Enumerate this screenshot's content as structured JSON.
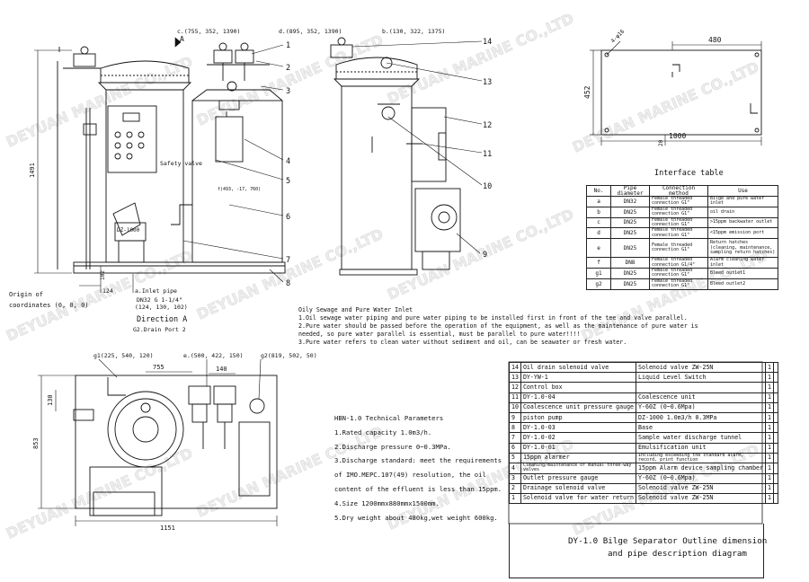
{
  "top_view": {
    "coord_c": "c.(755, 352, 1390)",
    "coord_d": "d.(895, 352, 1390)",
    "coord_b": "b.(130, 322, 1375)",
    "direction_arrow": "A",
    "dim_height": "1491",
    "dim_124": "124",
    "dim_102": "102",
    "origin_label": [
      "Origin of",
      "coordinates (0, 0, 0)"
    ],
    "inlet_label": [
      "a.Inlet pipe",
      "DN32 G 1-1/4\"",
      "(124, 130, 102)"
    ],
    "direction_a": "Direction A",
    "drain_port": "G2.Drain Port 2",
    "safety_valve": "Safety valve",
    "coord_f": "f(493, -17, 760)",
    "pump_label": "DZ-1000",
    "numbers": [
      "1",
      "2",
      "3",
      "4",
      "5",
      "6",
      "7",
      "8",
      "9",
      "10",
      "11",
      "12",
      "13",
      "14"
    ]
  },
  "bottom_view": {
    "coord_g1": "g1(225, 540, 120)",
    "coord_e": "e.(500, 422, 150)",
    "coord_g2": "g2(819, 502, 50)",
    "dim_755": "755",
    "dim_140": "140",
    "dim_130": "130",
    "dim_853": "853",
    "dim_1151": "1151"
  },
  "foundation": {
    "dim_480": "480",
    "dim_452": "452",
    "dim_1000": "1000",
    "dim_20": "20",
    "hole": "4-φ16"
  },
  "notes": {
    "title": "Oily Sewage and Pure Water Inlet",
    "lines": [
      "1.Oil sewage water piping and pure water piping to be installed first in front of the tee and valve parallel.",
      "2.Pure water should be passed before the operation of the equipment, as well as the maintenance of pure water is",
      "needed, so pure water parallel is essential, must be parallel to pure water!!!!",
      "3.Pure water refers to clean water without sediment and oil, can be seawater or fresh water."
    ]
  },
  "params": {
    "title": "HBN-1.0 Technical Parameters",
    "lines": [
      "1.Rated capacity 1.0m3/h.",
      "2.Discharge pressure 0~0.3MPa.",
      "3.Discharge standard: meet the requirements",
      "of IMO.MEPC.107(49) resolution, the oil",
      "content of the effluent is less than 15ppm.",
      "4.Size 1200mmx880mmx1500mm.",
      "5.Dry weight about 480kg,wet weight 600kg."
    ]
  },
  "interface_table": {
    "title": "Interface table",
    "headers": [
      "No.",
      "Pipe diameter",
      "Connection method",
      "Use"
    ],
    "rows": [
      [
        "a",
        "DN32",
        "Female threaded connection G1\"",
        "Bilge and pure water inlet"
      ],
      [
        "b",
        "DN25",
        "Female threaded connection G1\"",
        "oil drain"
      ],
      [
        "c",
        "DN25",
        "Female threaded connection G1\"",
        ">15ppm backwater outlet"
      ],
      [
        "d",
        "DN25",
        "Female threaded connection G1\"",
        "<15ppm emission port"
      ],
      [
        "e",
        "DN25",
        "Female threaded connection G1\"",
        "Return hatches (cleaning, maintenance, sampling return hatches)"
      ],
      [
        "f",
        "DN8",
        "Female threaded connection G1/4\"",
        "Alarm cleaning water inlet"
      ],
      [
        "g1",
        "DN25",
        "Female threaded connection G1\"",
        "Bleed outlet1"
      ],
      [
        "g2",
        "DN25",
        "Female threaded connection G1\"",
        "Bleed outlet2"
      ]
    ]
  },
  "parts_table": {
    "rows": [
      [
        "14",
        "Oil drain solenoid valve",
        "Solenoid valve ZW-25N",
        "1"
      ],
      [
        "13",
        "DY-YW-1",
        "Liquid Level Switch",
        "1"
      ],
      [
        "12",
        "Control box",
        "",
        "1"
      ],
      [
        "11",
        "DY-1.0-04",
        "Coalescence unit",
        "1"
      ],
      [
        "10",
        "Coalescence unit pressure gauge",
        "Y-60Z (0~0.6Mpa)",
        "1"
      ],
      [
        "9",
        "piston pump",
        "DZ-1000 1.0m3/h 0.3MPa",
        "1"
      ],
      [
        "8",
        "DY-1.0-03",
        "Base",
        "1"
      ],
      [
        "7",
        "DY-1.0-02",
        "Sample water discharge tunnel",
        "1"
      ],
      [
        "6",
        "DY-1.0-01",
        "Emulsification unit",
        "1"
      ],
      [
        "5",
        "15ppm alarmer",
        "Including exceeding the standard alarm, record, print function",
        "1"
      ],
      [
        "4",
        "Cleaning/maintenance of manual three-way valves",
        "15ppm Alarm device sampling chamber",
        "1"
      ],
      [
        "3",
        "Outlet pressure gauge",
        "Y-60Z (0~0.6Mpa)",
        "1"
      ],
      [
        "2",
        "Drainage solenoid valve",
        "Solenoid valve ZW-25N",
        "1"
      ],
      [
        "1",
        "Solenoid valve for water return",
        "Solenoid valve ZW-25N",
        "1"
      ]
    ]
  },
  "drawing_title": [
    "DY-1.0 Bilge Separator Outline dimension",
    "and pipe description diagram"
  ],
  "watermark": "DEYUAN MARINE CO.,LTD"
}
